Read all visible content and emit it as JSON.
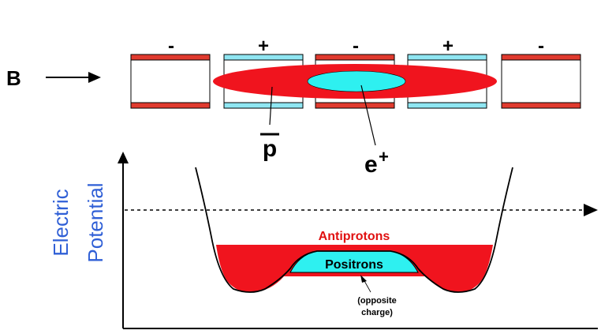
{
  "field": {
    "label": "B"
  },
  "electrodes": [
    {
      "polarity": "-",
      "band_color": "#e03a2e"
    },
    {
      "polarity": "+",
      "band_color": "#8fe6f2"
    },
    {
      "polarity": "-",
      "band_color": "#e03a2e"
    },
    {
      "polarity": "+",
      "band_color": "#8fe6f2"
    },
    {
      "polarity": "-",
      "band_color": "#e03a2e"
    }
  ],
  "particles": {
    "antiproton": {
      "label": "p",
      "color": "#f0141e"
    },
    "positron": {
      "label": "e",
      "sup": "+",
      "color": "#2ef0f0"
    }
  },
  "potential": {
    "axis_label_line1": "Electric",
    "axis_label_line2": "Potential",
    "axis_label_color": "#2f5fd6",
    "antiprotons_label": "Antiprotons",
    "antiprotons_color": "#e01010",
    "positrons_label": "Positrons",
    "note_line1": "(opposite",
    "note_line2": "charge)"
  }
}
